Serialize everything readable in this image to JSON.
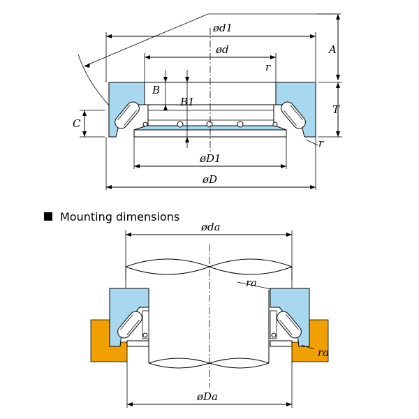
{
  "top_drawing": {
    "labels": {
      "d1": "ød1",
      "d": "ød",
      "r_top": "r",
      "A": "A",
      "B": "B",
      "B1": "B1",
      "T": "T",
      "C": "C",
      "r_right": "r",
      "D1": "øD1",
      "D": "øD"
    }
  },
  "section": {
    "title": "Mounting dimensions"
  },
  "bottom_drawing": {
    "labels": {
      "da": "øda",
      "ra_top": "ra",
      "ra_right": "ra",
      "Da": "øDa"
    }
  },
  "colors": {
    "ring": "#a8d8f0",
    "housing": "#f0a000",
    "line": "#000000"
  }
}
